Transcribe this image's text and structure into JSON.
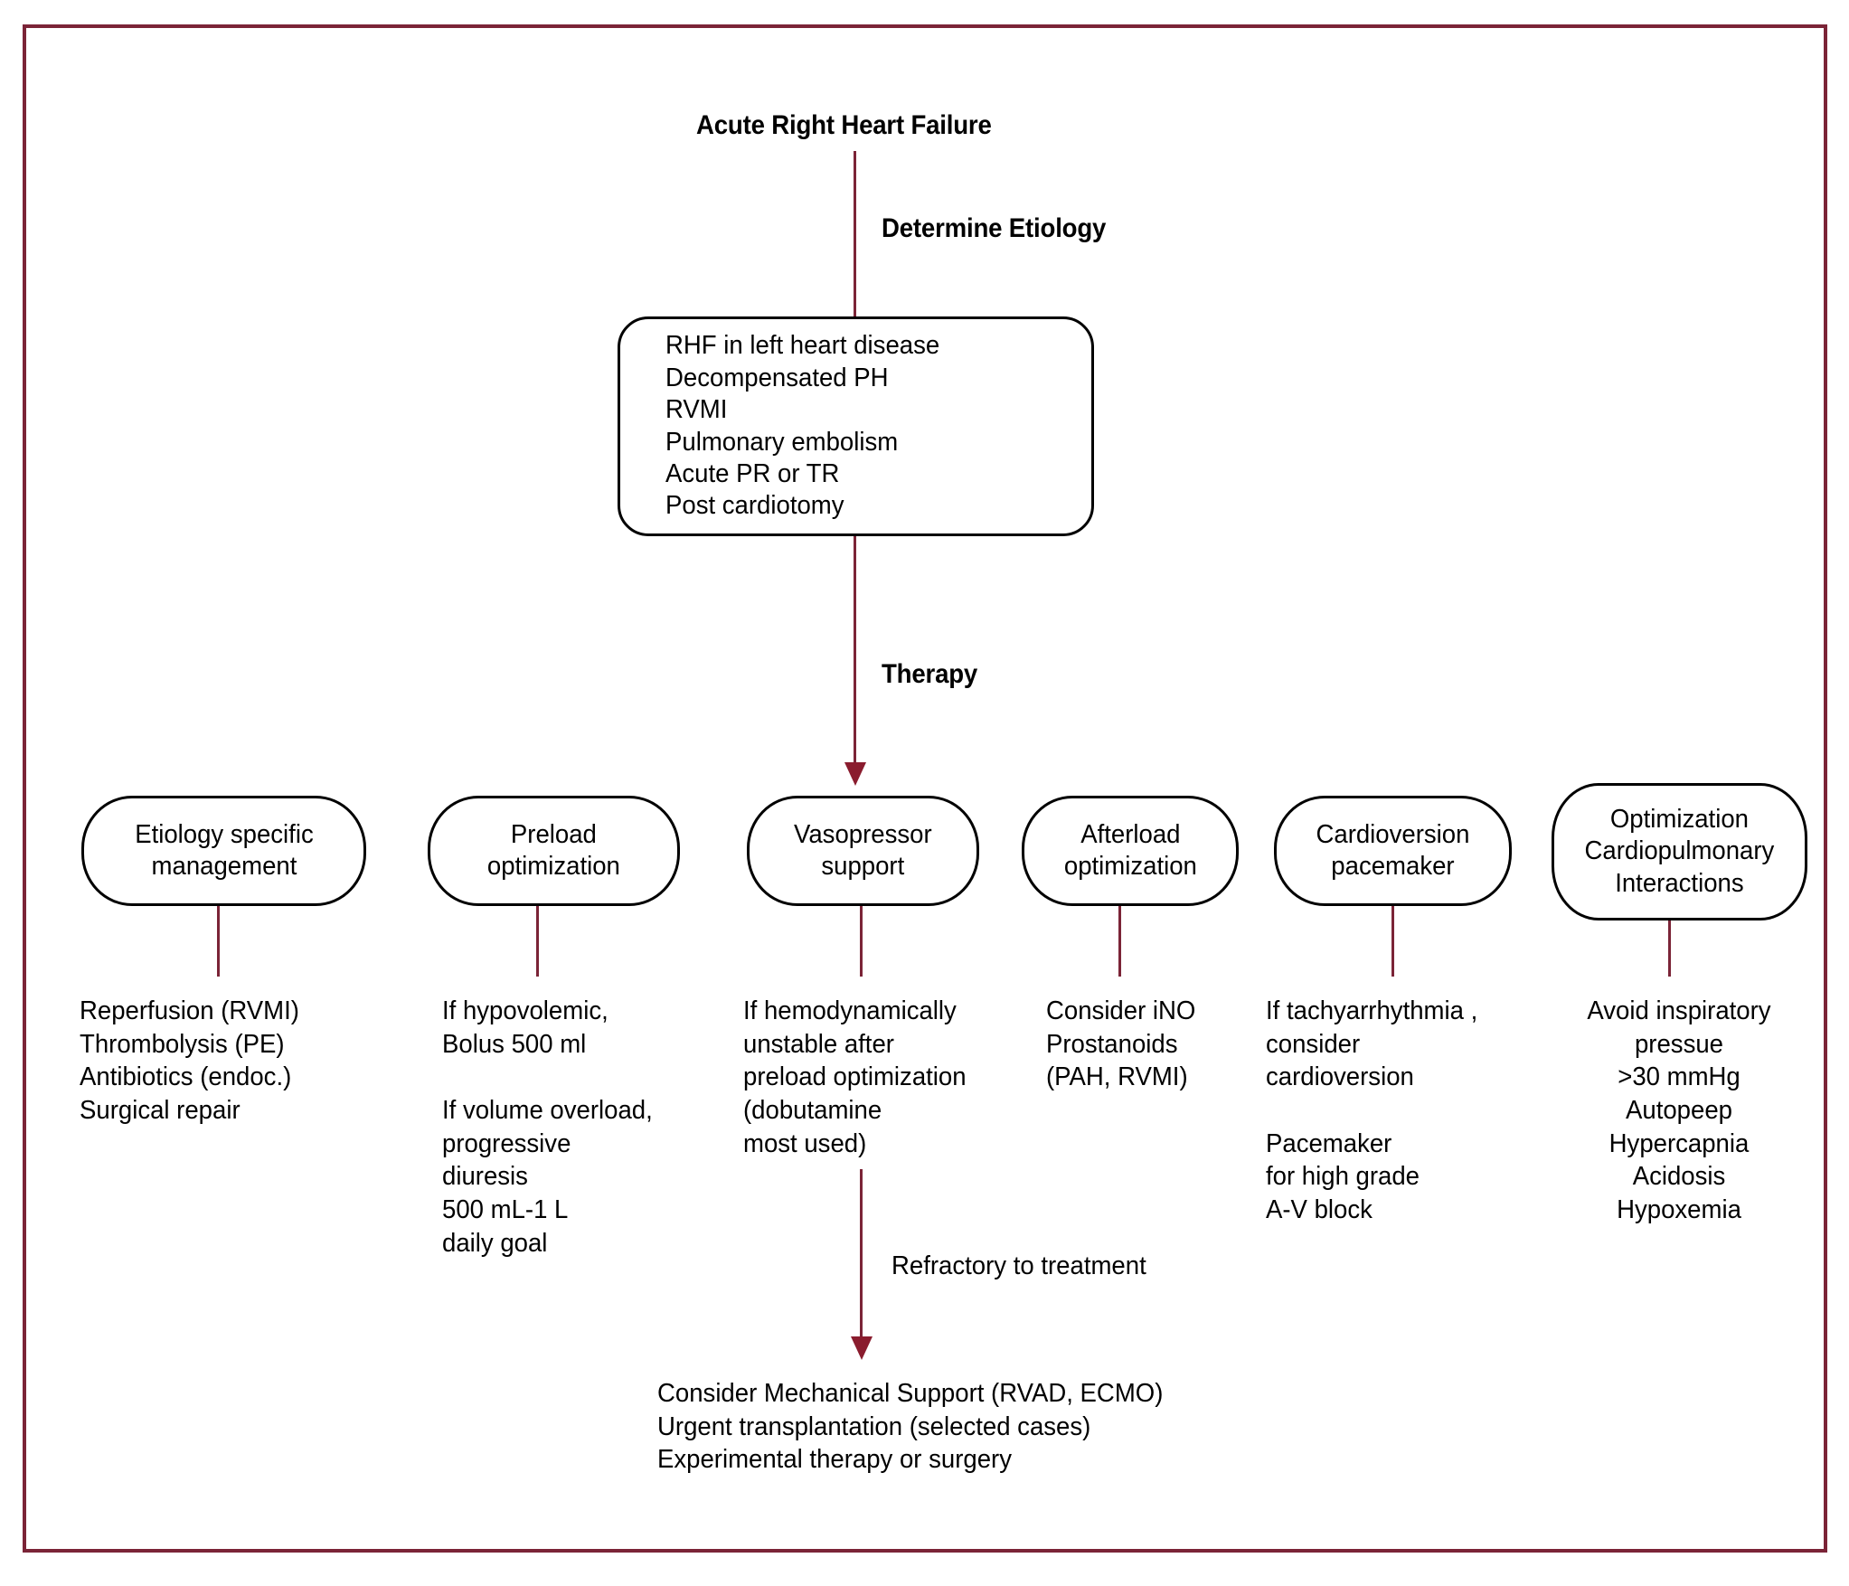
{
  "diagram": {
    "title": "Acute Right Heart Failure",
    "step_labels": {
      "etiology": "Determine Etiology",
      "therapy": "Therapy",
      "refractory": "Refractory to treatment"
    },
    "etiology_box": {
      "name": "etiology-list",
      "text": "RHF in left heart disease\nDecompensated PH\nRVMI\nPulmonary embolism\nAcute PR or TR\nPost cardiotomy"
    },
    "therapy_nodes": [
      {
        "id": "etiology-specific-management",
        "label": "Etiology specific\nmanagement"
      },
      {
        "id": "preload-optimization",
        "label": "Preload\noptimization"
      },
      {
        "id": "vasopressor-support",
        "label": "Vasopressor\nsupport"
      },
      {
        "id": "afterload-optimization",
        "label": "Afterload\noptimization"
      },
      {
        "id": "cardioversion-pacemaker",
        "label": "Cardioversion\npacemaker"
      },
      {
        "id": "optimization-cardiopulmonary-interactions",
        "label": "Optimization\nCardiopulmonary\nInteractions"
      }
    ],
    "detail_columns": [
      {
        "id": "etiology-specific-details",
        "text": "Reperfusion (RVMI)\nThrombolysis (PE)\nAntibiotics (endoc.)\nSurgical repair"
      },
      {
        "id": "preload-details",
        "text": "If hypovolemic,\nBolus 500 ml\n\nIf volume overload,\nprogressive\ndiuresis\n500 mL-1 L\ndaily goal"
      },
      {
        "id": "vasopressor-details",
        "text": "If hemodynamically\nunstable after\npreload optimization\n(dobutamine\nmost used)"
      },
      {
        "id": "afterload-details",
        "text": "Consider iNO\nProstanoids\n(PAH, RVMI)"
      },
      {
        "id": "cardioversion-details",
        "text": "If tachyarrhythmia ,\nconsider\ncardioversion\n\nPacemaker\nfor high grade\nA-V block"
      },
      {
        "id": "optimization-details",
        "text": "Avoid inspiratory\npressue\n>30 mmHg\nAutopeep\nHypercapnia\nAcidosis\nHypoxemia"
      }
    ],
    "outcome_block": {
      "id": "mechanical-support-outcome",
      "text": "Consider Mechanical Support (RVAD, ECMO)\nUrgent transplantation (selected cases)\nExperimental therapy or surgery"
    },
    "colors": {
      "frame": "#7b2437",
      "connector": "#7b2437",
      "arrowhead": "#8a1c2e",
      "node_border": "#000000",
      "text": "#000000",
      "background": "#ffffff"
    }
  }
}
